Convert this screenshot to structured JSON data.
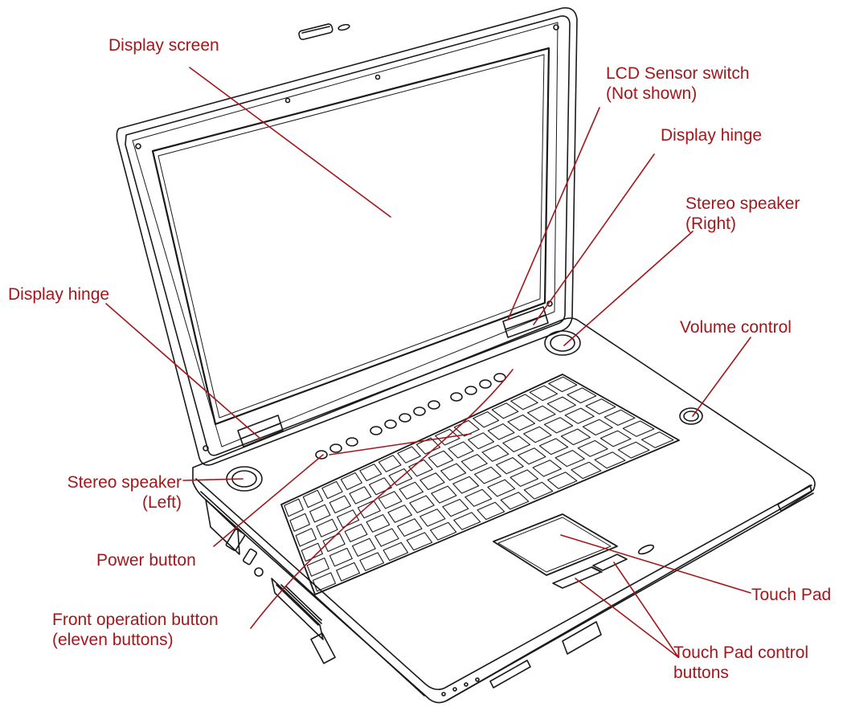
{
  "colors": {
    "label_text": "#a3171b",
    "leader_line": "#a3171b",
    "outline": "#1a1a1a",
    "background": "#ffffff"
  },
  "labels": {
    "display_screen": [
      "Display screen"
    ],
    "lcd_sensor_switch": [
      "LCD Sensor switch",
      "(Not shown)"
    ],
    "display_hinge_right": [
      "Display hinge"
    ],
    "stereo_speaker_right": [
      "Stereo speaker",
      "(Right)"
    ],
    "display_hinge_left": [
      "Display hinge"
    ],
    "volume_control": [
      "Volume control"
    ],
    "stereo_speaker_left": [
      "Stereo speaker",
      "(Left)"
    ],
    "power_button": [
      "Power button"
    ],
    "touch_pad": [
      "Touch Pad"
    ],
    "front_operation_button": [
      "Front operation button",
      "(eleven buttons)"
    ],
    "touch_pad_control_buttons": [
      "Touch Pad control",
      "buttons"
    ]
  }
}
